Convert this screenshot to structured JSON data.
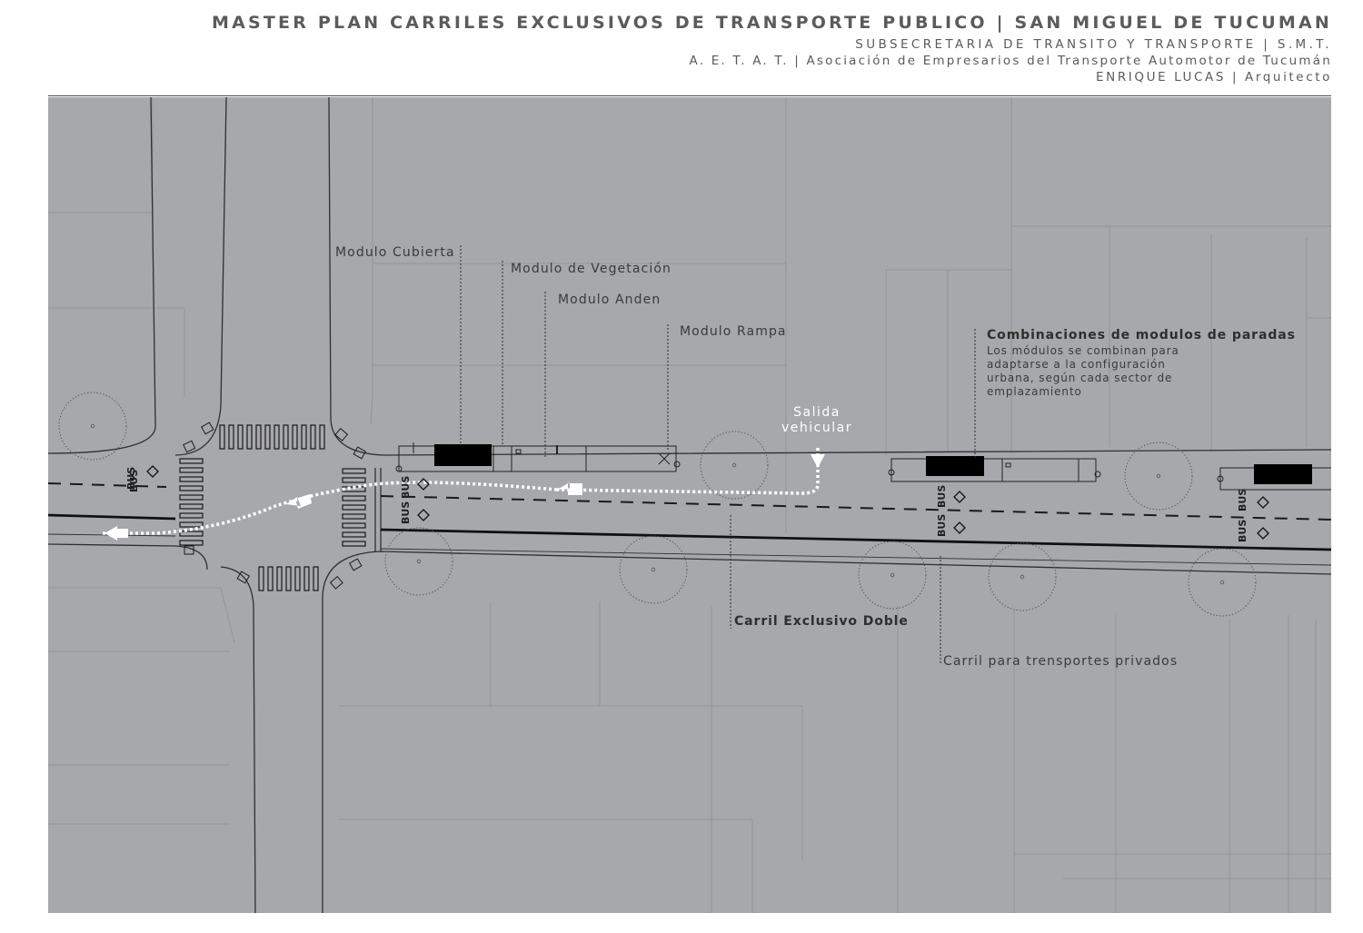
{
  "header": {
    "title": "MASTER PLAN CARRILES EXCLUSIVOS DE TRANSPORTE PUBLICO | SAN MIGUEL DE TUCUMAN",
    "line2": "SUBSECRETARIA DE TRANSITO Y TRANSPORTE | S.M.T.",
    "line3": "A. E. T. A. T. | Asociación de Empresarios del Transporte Automotor de Tucumán",
    "line4": "ENRIQUE LUCAS | Arquitecto"
  },
  "labels": {
    "modulo_cubierta": "Modulo Cubierta",
    "modulo_vegetacion": "Modulo de Vegetación",
    "modulo_anden": "Modulo Anden",
    "modulo_rampa": "Modulo Rampa",
    "salida_1": "Salida",
    "salida_2": "vehicular",
    "combinaciones_title": "Combinaciones de modulos de paradas",
    "combinaciones_l1": "Los módulos se combinan para",
    "combinaciones_l2": "adaptarse a la configuración",
    "combinaciones_l3": "urbana, según cada sector de",
    "combinaciones_l4": "emplazamiento",
    "carril_exclusivo": "Carril Exclusivo Doble",
    "carril_privados": "Carril  para trensportes privados"
  },
  "road_marking": "BUS",
  "colors": {
    "background": "#ffffff",
    "plan_fill": "#a7a8ab",
    "line": "#3a3a3a",
    "route": "#ffffff",
    "block": "#000000"
  }
}
